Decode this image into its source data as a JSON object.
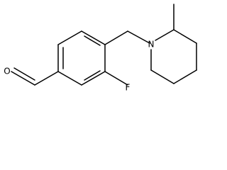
{
  "molecule": {
    "atoms": {
      "oxygen": "O",
      "fluorine": "F",
      "nitrogen": "N"
    }
  },
  "colors": {
    "ink": "#000000",
    "background": "#ffffff"
  }
}
